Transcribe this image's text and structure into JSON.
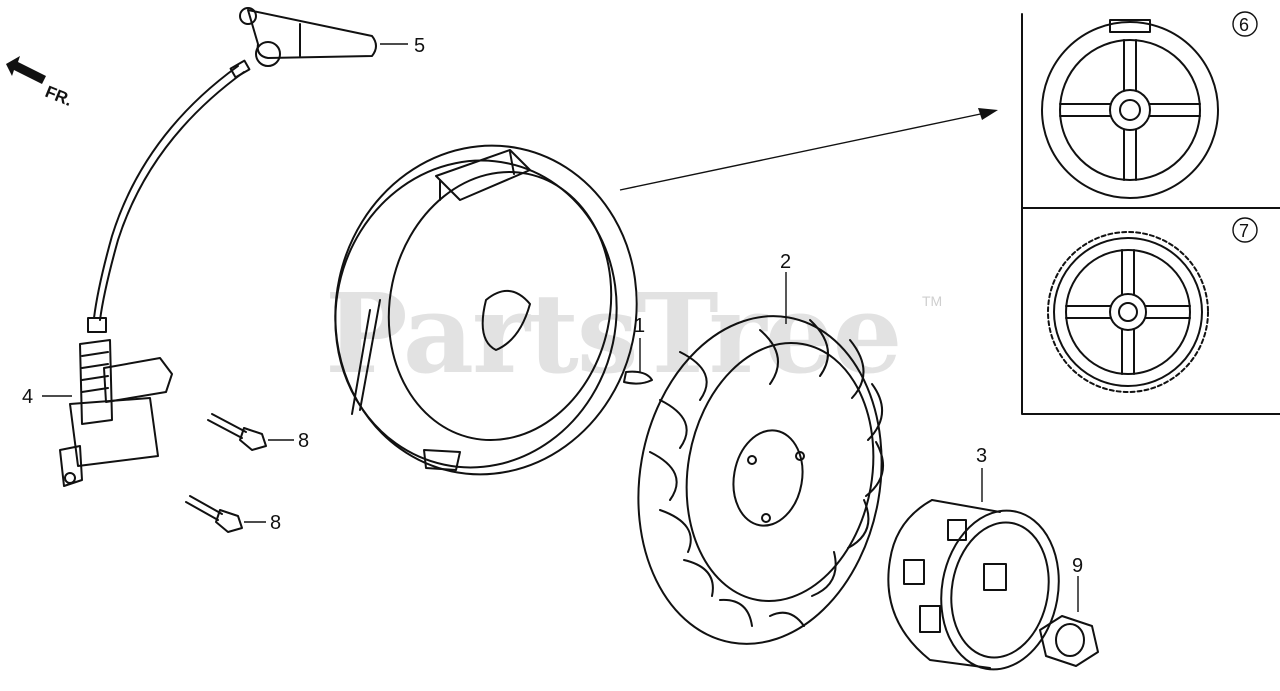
{
  "watermark": {
    "text": "PartsTree",
    "tm": "TM"
  },
  "direction": {
    "label": "FR."
  },
  "callouts": [
    {
      "id": "1",
      "label": "1"
    },
    {
      "id": "2",
      "label": "2"
    },
    {
      "id": "3",
      "label": "3"
    },
    {
      "id": "4",
      "label": "4"
    },
    {
      "id": "5",
      "label": "5"
    },
    {
      "id": "6",
      "label": "6"
    },
    {
      "id": "7",
      "label": "7"
    },
    {
      "id": "8a",
      "label": "8"
    },
    {
      "id": "8b",
      "label": "8"
    },
    {
      "id": "9",
      "label": "9"
    }
  ]
}
